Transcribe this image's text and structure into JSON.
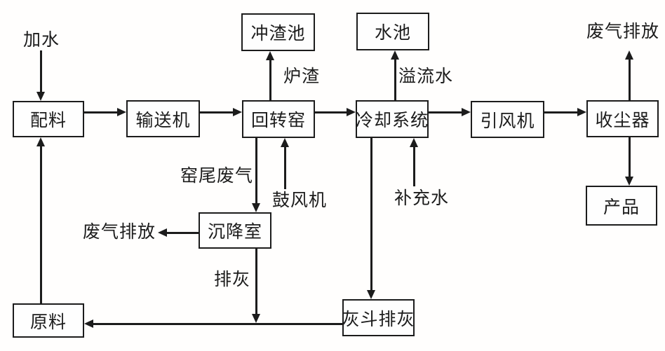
{
  "diagram": {
    "type": "process-flowchart",
    "background_color": "#ffffff",
    "line_color": "#1c1c1c",
    "boxes": {
      "batching": "配料",
      "conveyor": "输送机",
      "rotary_kiln": "回转窑",
      "cooling_system": "冷却系统",
      "induced_draft_fan": "引风机",
      "dust_collector": "收尘器",
      "slag_flushing_pool": "冲渣池",
      "water_pool": "水池",
      "settling_chamber": "沉降室",
      "ash_hopper_discharge": "灰斗排灰",
      "raw_material": "原料",
      "product": "产品"
    },
    "labels": {
      "add_water": "加水",
      "furnace_slag": "炉渣",
      "overflow_water": "溢流水",
      "exhaust_emission_top": "废气排放",
      "kiln_tail_exhaust": "窑尾废气",
      "blower": "鼓风机",
      "makeup_water": "补充水",
      "exhaust_emission_left": "废气排放",
      "ash_discharge": "排灰"
    },
    "edges": [
      {
        "from": "加水",
        "to": "配料"
      },
      {
        "from": "原料",
        "to": "配料"
      },
      {
        "from": "配料",
        "to": "输送机"
      },
      {
        "from": "输送机",
        "to": "回转窑"
      },
      {
        "from": "回转窑",
        "to": "冲渣池",
        "label": "炉渣"
      },
      {
        "from": "回转窑",
        "to": "冷却系统"
      },
      {
        "from": "回转窑",
        "to": "沉降室",
        "label": "窑尾废气"
      },
      {
        "from": "鼓风机",
        "to": "回转窑"
      },
      {
        "from": "冷却系统",
        "to": "水池",
        "label": "溢流水"
      },
      {
        "from": "冷却系统",
        "to": "引风机"
      },
      {
        "from": "冷却系统",
        "to": "灰斗排灰"
      },
      {
        "from": "补充水",
        "to": "冷却系统"
      },
      {
        "from": "引风机",
        "to": "收尘器"
      },
      {
        "from": "收尘器",
        "to": "废气排放"
      },
      {
        "from": "收尘器",
        "to": "产品"
      },
      {
        "from": "沉降室",
        "to": "废气排放"
      },
      {
        "from": "沉降室",
        "to": "原料",
        "label": "排灰"
      },
      {
        "from": "灰斗排灰",
        "to": "原料"
      }
    ]
  }
}
